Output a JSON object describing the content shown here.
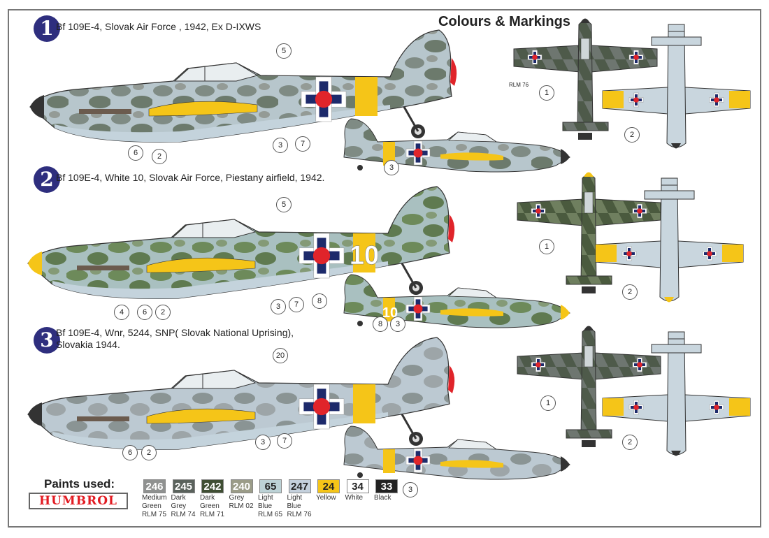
{
  "title": "Colours & Markings",
  "schemes": [
    {
      "number": "1",
      "caption": "Bf 109E-4, Slovak Air Force , 1942, Ex D-IXWS",
      "fuselage_code": "",
      "callouts": [
        "5",
        "3",
        "7",
        "6",
        "2",
        "3",
        "1",
        "2"
      ]
    },
    {
      "number": "2",
      "caption": "Bf 109E-4, White 10, Slovak Air Force, Piestany airfield, 1942.",
      "fuselage_code": "10",
      "callouts": [
        "5",
        "3",
        "7",
        "8",
        "4",
        "6",
        "2",
        "8",
        "3",
        "1",
        "2"
      ]
    },
    {
      "number": "3",
      "caption": "Bf 109E-4, Wnr, 5244, SNP( Slovak National Uprising),\nSlovakia 1944.",
      "fuselage_code": "",
      "callouts": [
        "20",
        "3",
        "7",
        "6",
        "2",
        "3",
        "1",
        "2"
      ]
    }
  ],
  "rlm_note": "RLM 76",
  "paints": {
    "title": "Paints used:",
    "brand": "HUMBROL",
    "items": [
      {
        "code": "246",
        "name": "Medium\nGreen\nRLM 75",
        "color": "#8f9190",
        "text": "#ffffff"
      },
      {
        "code": "245",
        "name": "Dark\nGrey\nRLM 74",
        "color": "#5a625c",
        "text": "#ffffff"
      },
      {
        "code": "242",
        "name": "Dark\nGreen\nRLM 71",
        "color": "#3f4e33",
        "text": "#ffffff"
      },
      {
        "code": "240",
        "name": "Grey\nRLM 02",
        "color": "#9b9c88",
        "text": "#ffffff"
      },
      {
        "code": "65",
        "name": "Light\nBlue\nRLM 65",
        "color": "#bcd2d6",
        "text": "#222222"
      },
      {
        "code": "247",
        "name": "Light\nBlue\nRLM 76",
        "color": "#c4d0dc",
        "text": "#222222"
      },
      {
        "code": "24",
        "name": "Yellow",
        "color": "#f5c518",
        "text": "#222222"
      },
      {
        "code": "34",
        "name": "White",
        "color": "#ffffff",
        "text": "#222222"
      },
      {
        "code": "33",
        "name": "Black",
        "color": "#222222",
        "text": "#ffffff"
      }
    ]
  },
  "colors": {
    "badge": "#2e2e7e",
    "roundel_blue": "#1d2a6b",
    "roundel_red": "#e0242a",
    "yellow": "#f5c518"
  }
}
